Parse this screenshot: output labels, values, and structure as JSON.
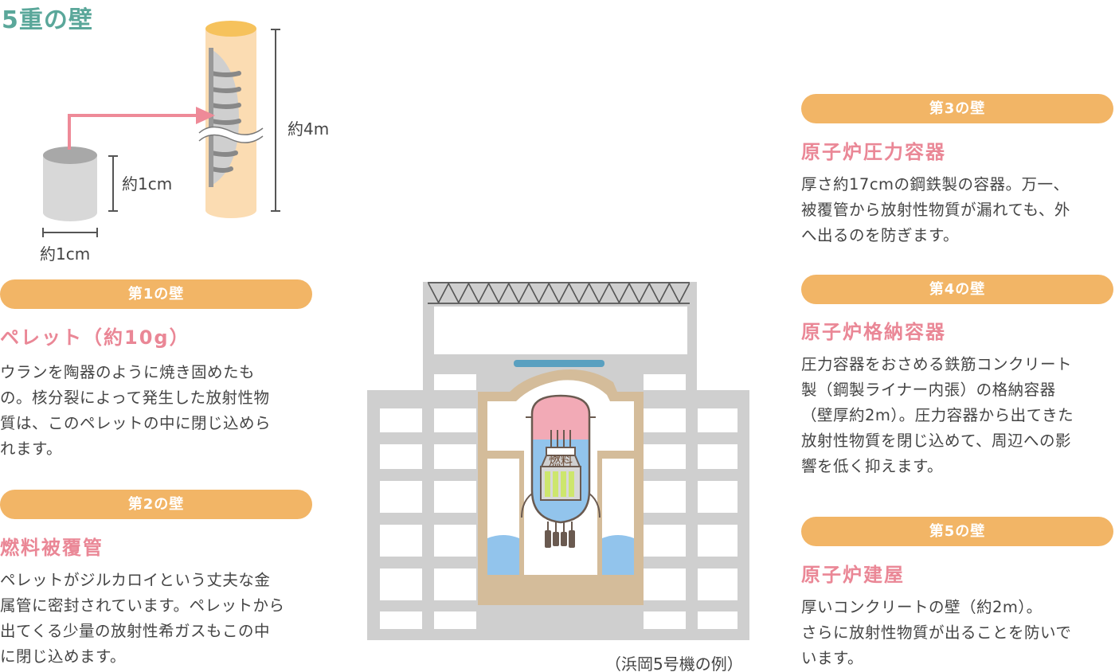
{
  "title": "5重の壁",
  "pellet_dims": {
    "height": "約1cm",
    "width": "約1cm",
    "rod_length": "約4m"
  },
  "walls": [
    {
      "label": "第1の壁",
      "name": "ペレット（約10g）",
      "desc": [
        "ウランを陶器のように焼き固めたも",
        "の。核分裂によって発生した放射性物",
        "質は、このペレットの中に閉じ込めら",
        "れます。"
      ]
    },
    {
      "label": "第2の壁",
      "name": "燃料被覆管",
      "desc": [
        "ペレットがジルカロイという丈夫な金",
        "属管に密封されています。ペレットから",
        "出てくる少量の放射性希ガスもこの中",
        "に閉じ込めます。"
      ]
    },
    {
      "label": "第3の壁",
      "name": "原子炉圧力容器",
      "desc": [
        "厚さ約17cmの鋼鉄製の容器。万一、",
        "被覆管から放射性物質が漏れても、外",
        "へ出るのを防ぎます。"
      ]
    },
    {
      "label": "第4の壁",
      "name": "原子炉格納容器",
      "desc": [
        "圧力容器をおさめる鉄筋コンクリート",
        "製（鋼製ライナー内張）の格納容器",
        "（壁厚約2m）。圧力容器から出てきた",
        "放射性物質を閉じ込めて、周辺への影",
        "響を低く抑えます。"
      ]
    },
    {
      "label": "第5の壁",
      "name": "原子炉建屋",
      "desc": [
        "厚いコンクリートの壁（約2m）。",
        "さらに放射性物質が出ることを防いで",
        "います。"
      ]
    }
  ],
  "reactor": {
    "fuel_label": "燃料",
    "caption": "（浜岡5号機の例）"
  },
  "colors": {
    "title": "#5aa79a",
    "pill": "#f2b566",
    "wall_name": "#ea8796",
    "building": "#cfcfcf",
    "containment": "#d4bc9a",
    "water": "#92c4ec",
    "steam": "#f2aab6"
  }
}
